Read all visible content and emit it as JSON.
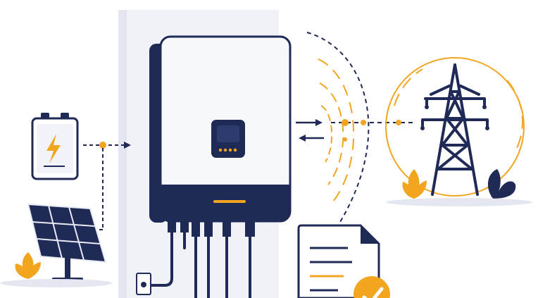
{
  "colors": {
    "navy": "#1f2a56",
    "accent": "#f2a51f",
    "panel_white": "#f7f8fc",
    "wall": "#eef0f6",
    "ground": "#e4e7f0"
  },
  "icons": {
    "battery": "battery-icon",
    "solar_panel": "solar-panel-icon",
    "inverter": "inverter-icon",
    "transmission_tower": "transmission-tower-icon",
    "document": "document-icon",
    "check": "check-badge-icon",
    "plant": "plant-icon",
    "outlet": "power-outlet-icon"
  },
  "flows": [
    {
      "from": "battery",
      "to": "inverter",
      "style": "dashed-arrow"
    },
    {
      "from": "solar_panel",
      "to": "inverter",
      "style": "dashed"
    },
    {
      "from": "inverter",
      "to": "transmission_tower",
      "style": "bidirectional-arrows"
    }
  ]
}
